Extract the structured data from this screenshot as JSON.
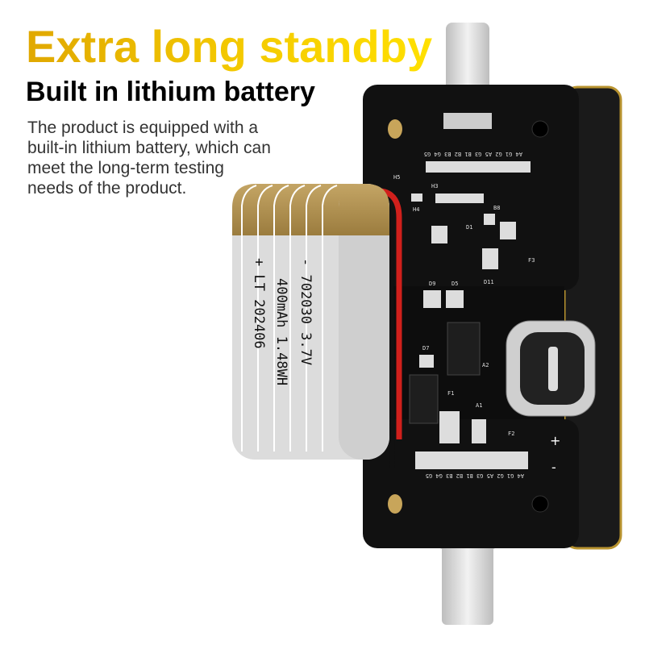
{
  "headline": "Extra long standby",
  "subheadline": "Built in lithium battery",
  "description": [
    "The product is equipped with a",
    "built-in lithium battery, which can",
    "meet the long-term testing",
    "needs of the product."
  ],
  "battery_label": {
    "line1": "- 702030   3.7V",
    "line2": "400mAh  1.48WH",
    "line3": "+ LT    202406"
  },
  "board_silkscreen": {
    "top_pins": "A4 G1 G2 A5 G3 B1 B2 B3 G4 G5",
    "bottom_pins": "A4 G1 G2 A5 G3 B1 B2 B3 G4 G5",
    "labels": [
      "F1",
      "F2",
      "F3",
      "A1",
      "A2",
      "D1",
      "D5",
      "D7",
      "D9",
      "D11",
      "B8",
      "H3",
      "H4",
      "H5"
    ],
    "plus": "+",
    "minus": "-"
  },
  "colors": {
    "headline_start": "#e0a800",
    "headline_end": "#ffe000",
    "board": "#111111",
    "board_edge": "#b8932f",
    "battery_wrap": "#d9d9d9",
    "battery_cap": "#a88a4a",
    "wire_red": "#d0201c"
  }
}
